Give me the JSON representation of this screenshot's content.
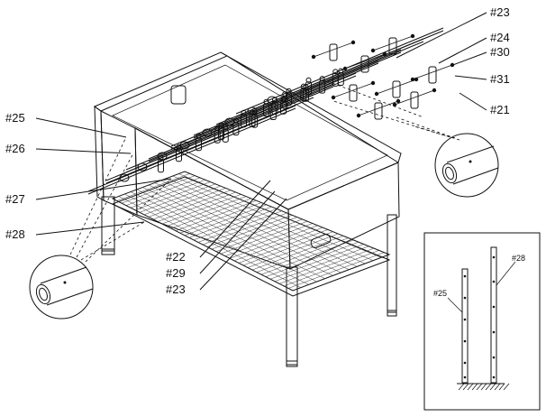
{
  "callouts": {
    "c25": "#25",
    "c26": "#26",
    "c27": "#27",
    "c28": "#28",
    "c22": "#22",
    "c29": "#29",
    "c23_bottom": "#23",
    "c23_top": "#23",
    "c24": "#24",
    "c30": "#30",
    "c31": "#31",
    "c21": "#21"
  },
  "inset": {
    "left_rod": "#25",
    "right_rod": "#28"
  }
}
